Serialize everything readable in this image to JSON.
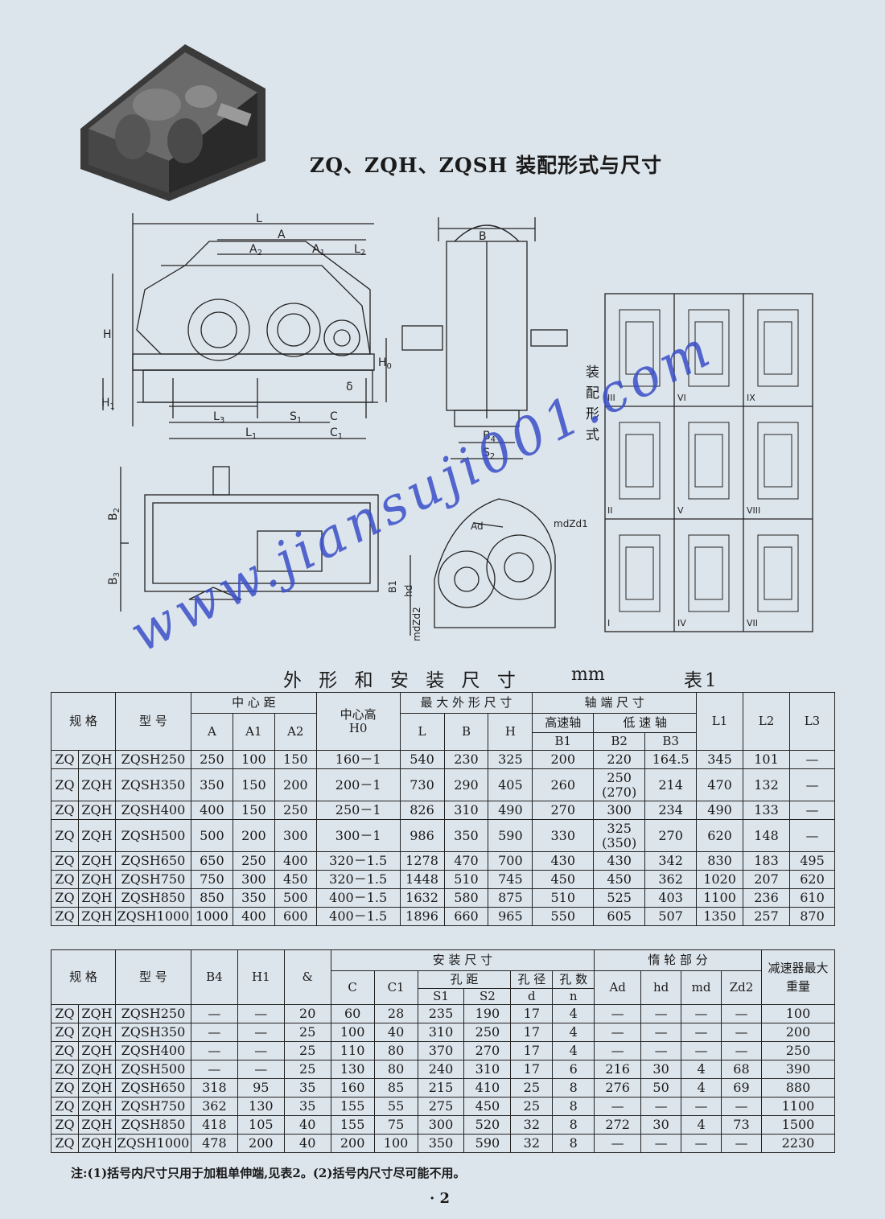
{
  "title": "ZQ、ZQH、ZQSH 装配形式与尺寸",
  "diagram": {
    "labels_front": [
      "L",
      "A",
      "A2",
      "A1",
      "L2",
      "H",
      "H0",
      "H1",
      "δ",
      "L3",
      "S1",
      "C",
      "L1",
      "C1"
    ],
    "labels_side": [
      "B",
      "B4",
      "S2"
    ],
    "labels_plan": [
      "B2",
      "B3"
    ],
    "labels_gear": [
      "Ad",
      "mdZd1",
      "hd",
      "B1",
      "mdZd2"
    ],
    "assembly_label": "装 配 形 式",
    "assembly_types": [
      "III",
      "VI",
      "IX",
      "II",
      "V",
      "VIII",
      "I",
      "IV",
      "VII"
    ]
  },
  "table_title": "外 形 和 安 装 尺 寸",
  "table_unit": "mm",
  "table_label": "表1",
  "table1": {
    "h_spec": "规 格",
    "h_model": "型 号",
    "h_center": "中 心 距",
    "h_center_height": "中心高",
    "h_max": "最 大 外 形 尺 寸",
    "h_shaft": "轴 端 尺 寸",
    "h_high": "高速轴",
    "h_low": "低 速 轴",
    "h_A": "A",
    "h_A1": "A1",
    "h_A2": "A2",
    "h_H0": "H0",
    "h_L": "L",
    "h_B": "B",
    "h_H": "H",
    "h_B1": "B1",
    "h_B2": "B2",
    "h_B3": "B3",
    "h_L1": "L1",
    "h_L2": "L2",
    "h_L3": "L3",
    "rows": [
      {
        "s1": "ZQ",
        "s2": "ZQH",
        "model": "ZQSH250",
        "A": "250",
        "A1": "100",
        "A2": "150",
        "H0": "160－1",
        "L": "540",
        "B": "230",
        "H": "325",
        "B1": "200",
        "B2": "220",
        "B2b": "",
        "B3": "164.5",
        "L1": "345",
        "L2": "101",
        "L3": "—"
      },
      {
        "s1": "ZQ",
        "s2": "ZQH",
        "model": "ZQSH350",
        "A": "350",
        "A1": "150",
        "A2": "200",
        "H0": "200－1",
        "L": "730",
        "B": "290",
        "H": "405",
        "B1": "260",
        "B2": "250",
        "B2b": "(270)",
        "B3": "214",
        "L1": "470",
        "L2": "132",
        "L3": "—"
      },
      {
        "s1": "ZQ",
        "s2": "ZQH",
        "model": "ZQSH400",
        "A": "400",
        "A1": "150",
        "A2": "250",
        "H0": "250－1",
        "L": "826",
        "B": "310",
        "H": "490",
        "B1": "270",
        "B2": "300",
        "B2b": "",
        "B3": "234",
        "L1": "490",
        "L2": "133",
        "L3": "—"
      },
      {
        "s1": "ZQ",
        "s2": "ZQH",
        "model": "ZQSH500",
        "A": "500",
        "A1": "200",
        "A2": "300",
        "H0": "300－1",
        "L": "986",
        "B": "350",
        "H": "590",
        "B1": "330",
        "B2": "325",
        "B2b": "(350)",
        "B3": "270",
        "L1": "620",
        "L2": "148",
        "L3": "—"
      },
      {
        "s1": "ZQ",
        "s2": "ZQH",
        "model": "ZQSH650",
        "A": "650",
        "A1": "250",
        "A2": "400",
        "H0": "320－1.5",
        "L": "1278",
        "B": "470",
        "H": "700",
        "B1": "430",
        "B2": "430",
        "B2b": "",
        "B3": "342",
        "L1": "830",
        "L2": "183",
        "L3": "495"
      },
      {
        "s1": "ZQ",
        "s2": "ZQH",
        "model": "ZQSH750",
        "A": "750",
        "A1": "300",
        "A2": "450",
        "H0": "320－1.5",
        "L": "1448",
        "B": "510",
        "H": "745",
        "B1": "450",
        "B2": "450",
        "B2b": "",
        "B3": "362",
        "L1": "1020",
        "L2": "207",
        "L3": "620"
      },
      {
        "s1": "ZQ",
        "s2": "ZQH",
        "model": "ZQSH850",
        "A": "850",
        "A1": "350",
        "A2": "500",
        "H0": "400－1.5",
        "L": "1632",
        "B": "580",
        "H": "875",
        "B1": "510",
        "B2": "525",
        "B2b": "",
        "B3": "403",
        "L1": "1100",
        "L2": "236",
        "L3": "610"
      },
      {
        "s1": "ZQ",
        "s2": "ZQH",
        "model": "ZQSH1000",
        "A": "1000",
        "A1": "400",
        "A2": "600",
        "H0": "400－1.5",
        "L": "1896",
        "B": "660",
        "H": "965",
        "B1": "550",
        "B2": "605",
        "B2b": "",
        "B3": "507",
        "L1": "1350",
        "L2": "257",
        "L3": "870"
      }
    ]
  },
  "table2": {
    "h_spec": "规 格",
    "h_model": "型 号",
    "h_B4": "B4",
    "h_H1": "H1",
    "h_delta": "&",
    "h_install": "安 装 尺 寸",
    "h_hole_dist": "孔 距",
    "h_hole_dia": "孔 径",
    "h_hole_num": "孔 数",
    "h_gear": "惰 轮 部 分",
    "h_weight": "减速器最大重量",
    "h_C": "C",
    "h_C1": "C1",
    "h_S1": "S1",
    "h_S2": "S2",
    "h_d": "d",
    "h_n": "n",
    "h_Ad": "Ad",
    "h_hd": "hd",
    "h_md": "md",
    "h_Zd2": "Zd2",
    "rows": [
      {
        "s1": "ZQ",
        "s2": "ZQH",
        "model": "ZQSH250",
        "B4": "—",
        "H1": "—",
        "delta": "20",
        "C": "60",
        "C1": "28",
        "S1": "235",
        "S2": "190",
        "d": "17",
        "n": "4",
        "Ad": "—",
        "hd": "—",
        "md": "—",
        "Zd2": "—",
        "W": "100"
      },
      {
        "s1": "ZQ",
        "s2": "ZQH",
        "model": "ZQSH350",
        "B4": "—",
        "H1": "—",
        "delta": "25",
        "C": "100",
        "C1": "40",
        "S1": "310",
        "S2": "250",
        "d": "17",
        "n": "4",
        "Ad": "—",
        "hd": "—",
        "md": "—",
        "Zd2": "—",
        "W": "200"
      },
      {
        "s1": "ZQ",
        "s2": "ZQH",
        "model": "ZQSH400",
        "B4": "—",
        "H1": "—",
        "delta": "25",
        "C": "110",
        "C1": "80",
        "S1": "370",
        "S2": "270",
        "d": "17",
        "n": "4",
        "Ad": "—",
        "hd": "—",
        "md": "—",
        "Zd2": "—",
        "W": "250"
      },
      {
        "s1": "ZQ",
        "s2": "ZQH",
        "model": "ZQSH500",
        "B4": "—",
        "H1": "—",
        "delta": "25",
        "C": "130",
        "C1": "80",
        "S1": "240",
        "S2": "310",
        "d": "17",
        "n": "6",
        "Ad": "216",
        "hd": "30",
        "md": "4",
        "Zd2": "68",
        "W": "390"
      },
      {
        "s1": "ZQ",
        "s2": "ZQH",
        "model": "ZQSH650",
        "B4": "318",
        "H1": "95",
        "delta": "35",
        "C": "160",
        "C1": "85",
        "S1": "215",
        "S2": "410",
        "d": "25",
        "n": "8",
        "Ad": "276",
        "hd": "50",
        "md": "4",
        "Zd2": "69",
        "W": "880"
      },
      {
        "s1": "ZQ",
        "s2": "ZQH",
        "model": "ZQSH750",
        "B4": "362",
        "H1": "130",
        "delta": "35",
        "C": "155",
        "C1": "55",
        "S1": "275",
        "S2": "450",
        "d": "25",
        "n": "8",
        "Ad": "—",
        "hd": "—",
        "md": "—",
        "Zd2": "—",
        "W": "1100"
      },
      {
        "s1": "ZQ",
        "s2": "ZQH",
        "model": "ZQSH850",
        "B4": "418",
        "H1": "105",
        "delta": "40",
        "C": "155",
        "C1": "75",
        "S1": "300",
        "S2": "520",
        "d": "32",
        "n": "8",
        "Ad": "272",
        "hd": "30",
        "md": "4",
        "Zd2": "73",
        "W": "1500"
      },
      {
        "s1": "ZQ",
        "s2": "ZQH",
        "model": "ZQSH1000",
        "B4": "478",
        "H1": "200",
        "delta": "40",
        "C": "200",
        "C1": "100",
        "S1": "350",
        "S2": "590",
        "d": "32",
        "n": "8",
        "Ad": "—",
        "hd": "—",
        "md": "—",
        "Zd2": "—",
        "W": "2230"
      }
    ]
  },
  "footnote": "注:(1)括号内尺寸只用于加粗单伸端,见表2。(2)括号内尺寸尽可能不用。",
  "page_number": "· 2",
  "watermark": "www.jiansuji001.com",
  "colors": {
    "paper": "#dde5ec",
    "ink": "#1a1a1a",
    "watermark": "#3a4fc8"
  }
}
